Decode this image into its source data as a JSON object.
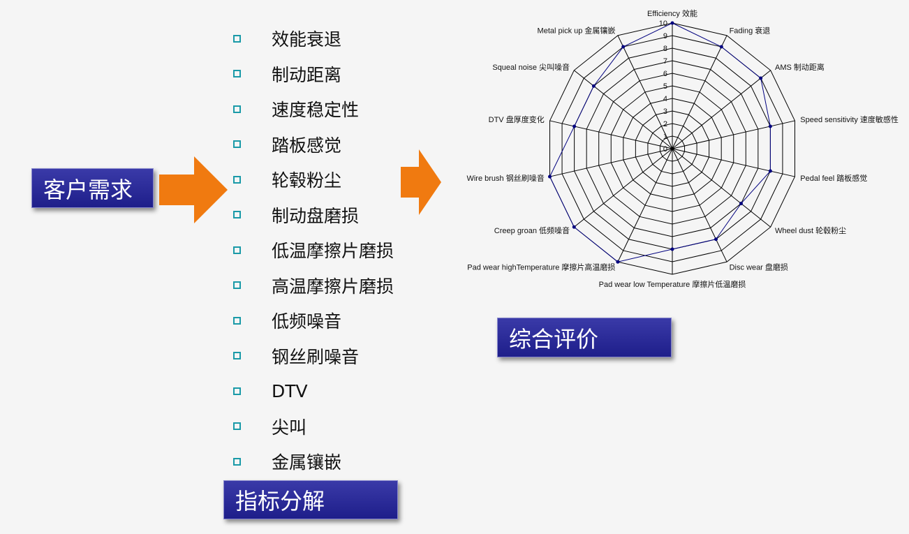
{
  "boxes": {
    "customer": "客户需求",
    "decompose": "指标分解",
    "overall": "综合评价"
  },
  "items": [
    "效能衰退",
    "制动距离",
    "速度稳定性",
    "踏板感觉",
    "轮毂粉尘",
    "制动盘磨损",
    "低温摩擦片磨损",
    "高温摩擦片磨损",
    "低频噪音",
    " 钢丝刷噪音",
    "DTV",
    "尖叫",
    "金属镶嵌"
  ],
  "colors": {
    "box": "#2a2a9a",
    "arrow": "#f07a10",
    "series": "#00007f",
    "bullet": "#1a9aa8"
  },
  "chart_data": {
    "type": "radar",
    "categories": [
      "Efficiency 效能",
      "Fading 衰退",
      "AMS 制动距离",
      "Speed sensitivity 速度敏感性",
      "Pedal feel 踏板感觉",
      "Wheel dust 轮毂粉尘",
      "Disc wear 盘磨损",
      "Pad wear low Temperature 摩擦片低温磨损",
      "Pad wear highTemperature 摩擦片高温磨损",
      "Creep groan 低频噪音",
      "Wire brush 钢丝刷噪音",
      "DTV 盘厚度变化",
      "Squeal noise 尖叫噪音",
      "Metal pick up 金属镶嵌"
    ],
    "values": [
      10,
      9,
      9,
      8,
      8,
      7,
      8,
      8,
      10,
      10,
      10,
      8,
      8,
      9
    ],
    "rlim": [
      0,
      10
    ],
    "ticks": [
      "0",
      "1",
      "2",
      "3",
      "4",
      "5",
      "6",
      "7",
      "8",
      "9",
      "10"
    ]
  }
}
